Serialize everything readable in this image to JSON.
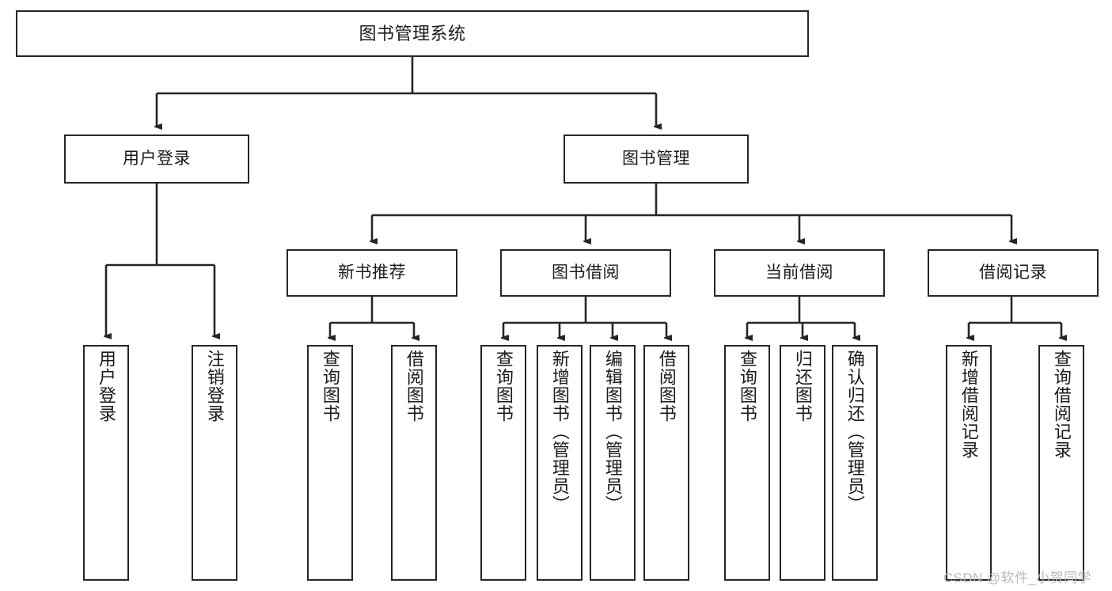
{
  "diagram": {
    "title": "图书管理系统",
    "root": {
      "id": "root",
      "label": "图书管理系统"
    },
    "level2": [
      {
        "id": "user-login",
        "label": "用户登录"
      },
      {
        "id": "book-management",
        "label": "图书管理"
      }
    ],
    "level3": [
      {
        "id": "new-book-recommend",
        "label": "新书推荐",
        "parent": "book-management"
      },
      {
        "id": "book-borrow",
        "label": "图书借阅",
        "parent": "book-management"
      },
      {
        "id": "current-borrow",
        "label": "当前借阅",
        "parent": "book-management"
      },
      {
        "id": "borrow-record",
        "label": "借阅记录",
        "parent": "book-management"
      }
    ],
    "leaves": [
      {
        "id": "leaf-user-login",
        "label": "用户登录",
        "parent": "user-login"
      },
      {
        "id": "leaf-logout-login",
        "label": "注销登录",
        "parent": "user-login"
      },
      {
        "id": "leaf-query-book-1",
        "label": "查询图书",
        "parent": "new-book-recommend"
      },
      {
        "id": "leaf-borrow-book-1",
        "label": "借阅图书",
        "parent": "new-book-recommend"
      },
      {
        "id": "leaf-query-book-2",
        "label": "查询图书",
        "parent": "book-borrow"
      },
      {
        "id": "leaf-add-book",
        "label": "新增图书（管理员）",
        "parent": "book-borrow"
      },
      {
        "id": "leaf-edit-book",
        "label": "编辑图书（管理员）",
        "parent": "book-borrow"
      },
      {
        "id": "leaf-borrow-book-2",
        "label": "借阅图书",
        "parent": "book-borrow"
      },
      {
        "id": "leaf-query-book-3",
        "label": "查询图书",
        "parent": "current-borrow"
      },
      {
        "id": "leaf-return-book",
        "label": "归还图书",
        "parent": "current-borrow"
      },
      {
        "id": "leaf-confirm-return",
        "label": "确认归还（管理员）",
        "parent": "current-borrow"
      },
      {
        "id": "leaf-add-record",
        "label": "新增借阅记录",
        "parent": "borrow-record"
      },
      {
        "id": "leaf-query-record",
        "label": "查询借阅记录",
        "parent": "borrow-record"
      }
    ],
    "colors": {
      "stroke": "#262626",
      "fill": "#ffffff",
      "text": "#1a1a1a",
      "watermark": "#b9b9b9"
    }
  },
  "watermark": {
    "text": "CSDN @软件_小贺同学"
  }
}
